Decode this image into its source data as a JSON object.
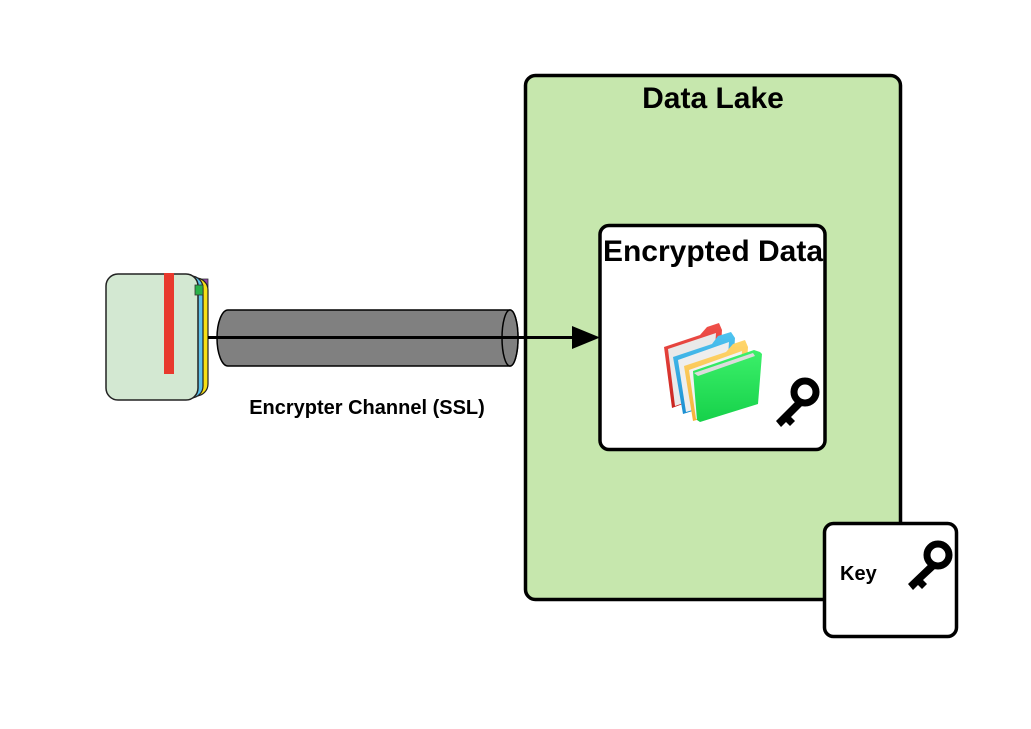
{
  "diagram": {
    "data_lake": {
      "title": "Data Lake",
      "fill_color": "#c6e7ad",
      "border_color": "#000000"
    },
    "encrypted_data": {
      "title": "Encrypted Data",
      "fill_color": "#ffffff",
      "icons": [
        "folders-icon",
        "key-icon"
      ]
    },
    "channel": {
      "label": "Encrypter Channel (SSL)",
      "fill_color": "#808080"
    },
    "source": {
      "icon": "notebook-icon",
      "colors": {
        "cover": "#d3e8d2",
        "bookmark": "#e8392d",
        "page_blue": "#5bc0eb",
        "page_yellow": "#f7e016",
        "tab_green": "#29b14a",
        "tab_purple": "#8e44ad"
      }
    },
    "key_box": {
      "label": "Key",
      "icon": "key-icon"
    },
    "connections": [
      {
        "from": "source",
        "to": "encrypted_data",
        "via": "channel",
        "style": "arrow"
      }
    ]
  }
}
